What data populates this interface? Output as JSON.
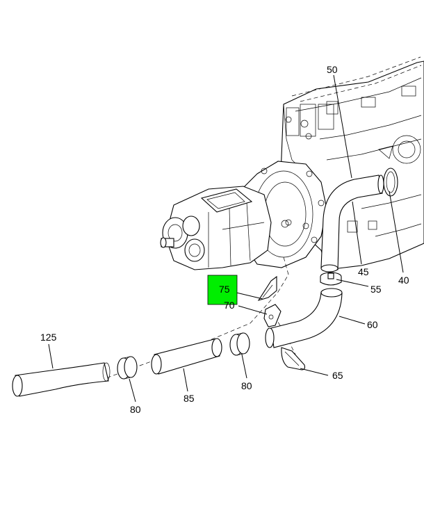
{
  "highlight_color": "#00ee00",
  "callouts": {
    "c50": "50",
    "c45": "45",
    "c40": "40",
    "c55": "55",
    "c75": "75",
    "c70": "70",
    "c60": "60",
    "c125": "125",
    "c65": "65",
    "c80a": "80",
    "c80b": "80",
    "c85": "85"
  }
}
